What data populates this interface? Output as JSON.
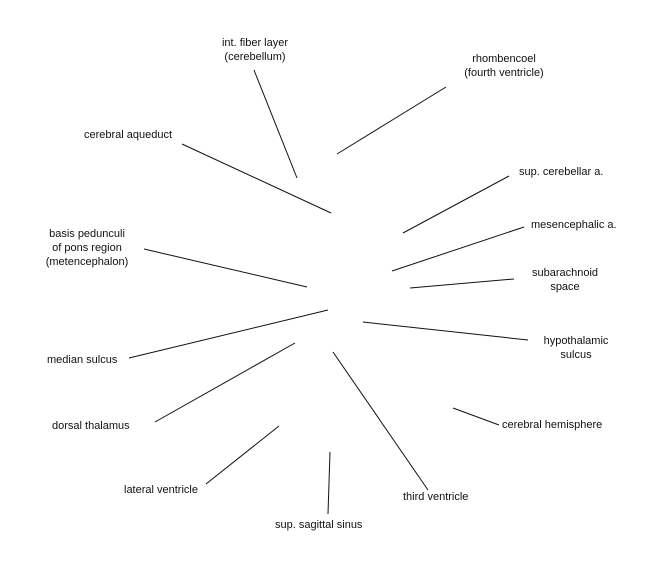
{
  "labels": {
    "int_fiber_layer": {
      "line1": "int. fiber layer",
      "line2": "(cerebellum)"
    },
    "rhombencoel": {
      "line1": "rhombencoel",
      "line2": "(fourth ventricle)"
    },
    "cerebral_aqueduct": "cerebral aqueduct",
    "sup_cerebellar_a": "sup. cerebellar a.",
    "mesencephalic_a": "mesencephalic a.",
    "basis_pedunculi": {
      "line1": "basis pedunculi",
      "line2": "of pons region",
      "line3": "(metencephalon)"
    },
    "subarachnoid_space": {
      "line1": "subarachnoid",
      "line2": "space"
    },
    "hypothalamic_sulcus": {
      "line1": "hypothalamic",
      "line2": "sulcus"
    },
    "median_sulcus": "median sulcus",
    "dorsal_thalamus": "dorsal thalamus",
    "cerebral_hemisphere": "cerebral hemisphere",
    "lateral_ventricle": "lateral ventricle",
    "third_ventricle": "third ventricle",
    "sup_sagittal_sinus": "sup. sagittal sinus"
  },
  "colors": {
    "line": "#111111",
    "text": "#111111",
    "background": "#ffffff"
  }
}
